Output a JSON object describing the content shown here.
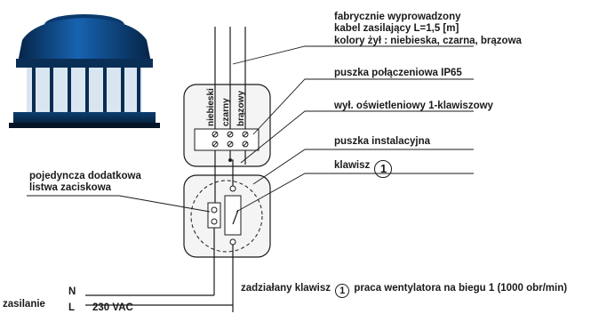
{
  "cable": {
    "line1": "fabrycznie wyprowadzony",
    "line2": "kabel zasilający L=1,5 [m]",
    "line3": "kolory żył : niebieska, czarna, brązowa"
  },
  "junction_box_label": "puszka połączeniowa IP65",
  "switch_label": "wył. oświetleniowy 1-klawiszowy",
  "install_box_label": "puszka instalacyjna",
  "key_label": "klawisz",
  "key_number": "1",
  "terminal_strip_label": "pojedyncza dodatkowa\nlistwa zaciskowa",
  "wires": {
    "blue": "niebieski",
    "black": "czarny",
    "brown": "brązowy"
  },
  "note": {
    "prefix": "zadziałany klawisz",
    "number": "1",
    "suffix": "praca wentylatora na biegu 1 (1000 obr/min)"
  },
  "supply": {
    "label": "zasilanie",
    "neutral": "N",
    "live": "L",
    "voltage": "230 VAC"
  },
  "colors": {
    "fan_body": "#0b4a8c",
    "fan_shadow": "#071c33",
    "lines": "#1a1a1a",
    "box_fill": "#f2f2f2"
  }
}
